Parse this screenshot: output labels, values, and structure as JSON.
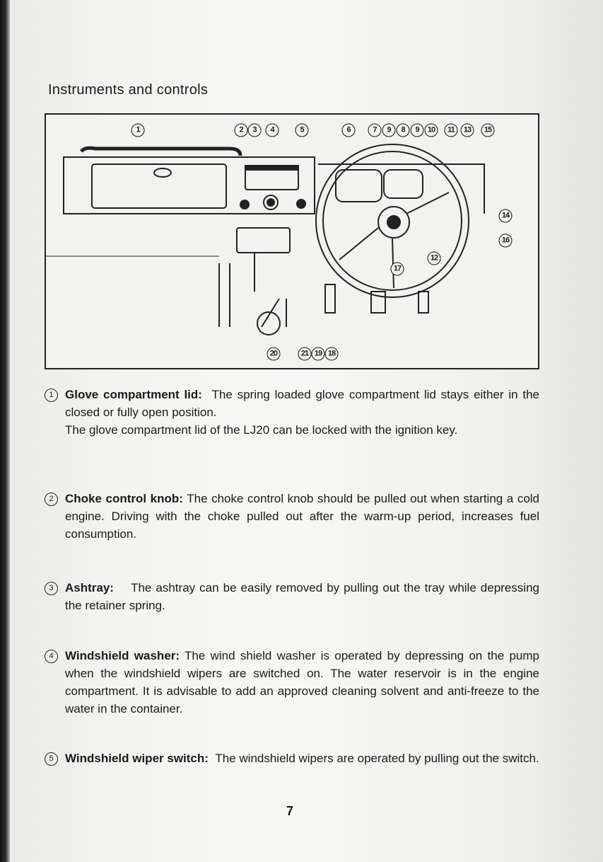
{
  "title": "Instruments and controls",
  "figure": {
    "labels_top": [
      "1",
      "2",
      "3",
      "4",
      "5",
      "6",
      "7",
      "9",
      "8",
      "9",
      "10",
      "11",
      "13",
      "15"
    ],
    "labels_right": [
      "14",
      "16"
    ],
    "labels_mid": [
      "12",
      "17"
    ],
    "labels_bottom": [
      "20",
      "21",
      "19",
      "18"
    ]
  },
  "sections": [
    {
      "num": "1",
      "term": "Glove compartment lid:",
      "text": "The spring loaded glove compartment lid stays either in the closed or fully open position.",
      "text2": "The glove compartment lid of the LJ20 can be locked with the ignition key."
    },
    {
      "num": "2",
      "term": "Choke control knob:",
      "text": "The choke control knob should be pulled out when starting a cold engine. Driving with the choke pulled out after the warm-up period, increases fuel consumption."
    },
    {
      "num": "3",
      "term": "Ashtray:",
      "text": "The ashtray can be easily removed by pulling out the tray while depressing the retainer spring."
    },
    {
      "num": "4",
      "term": "Windshield washer:",
      "text": "The wind shield washer is operated by depressing on the pump when the windshield wipers are switched on. The water reservoir is in the engine compartment. It is advisable to add an approved cleaning solvent and anti-freeze to the water in the container."
    },
    {
      "num": "5",
      "term": "Windshield wiper switch:",
      "text": "The windshield wipers are operated by pulling out the switch."
    }
  ],
  "page_number": "7"
}
